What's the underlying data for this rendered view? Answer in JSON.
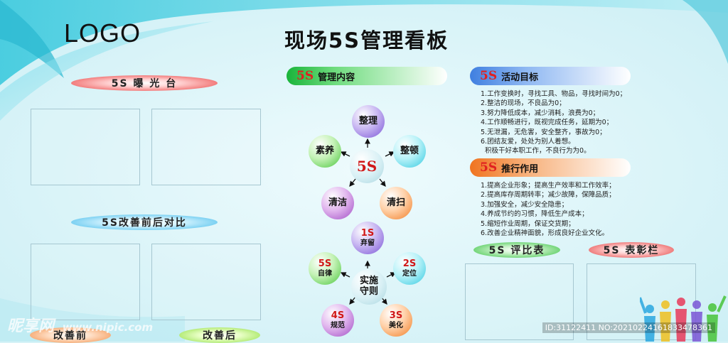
{
  "logo": "LOGO",
  "title": "现场5S管理看板",
  "exposure": {
    "label": "5S 曝 光 台"
  },
  "compare": {
    "label": "5S改善前后对比",
    "before": "改善前",
    "after": "改善后"
  },
  "content_banner": {
    "s5": "5S",
    "text": "管理内容"
  },
  "goal_banner": {
    "s5": "5S",
    "text": "活动目标"
  },
  "goal_items": [
    "1.工作变换时，寻找工具、物品，寻找时间为0；",
    "2.整洁的现场，不良品为0；",
    "3.努力降低成本，减少消耗，浪费为0；",
    "4.工作顺畅进行，既视完成任务，延期为0；",
    "5.无泄漏，无危害，安全整齐，事故为0；",
    "6.团结友爱，处处为别人着想。",
    "  积极干好本职工作，不良行为为0。"
  ],
  "promote_banner": {
    "s5": "5S",
    "text": "推行作用"
  },
  "promote_items": [
    "1.提高企业形象；提高生产效率和工作效率；",
    "2.提高库存周期转率；减少故障，保障品质；",
    "3.加强安全，减少安全隐患；",
    "4.养成节约的习惯，降低生产成本；",
    "5.缩短作业周期，保证交货期；",
    "6.改善企业精神面貌，形成良好企业文化。"
  ],
  "review": {
    "label": "5S 评比表"
  },
  "praise": {
    "label": "5S 表彰栏"
  },
  "cycle1": {
    "center": "5S",
    "top": "整理",
    "right": "整顿",
    "br": "清扫",
    "bl": "清洁",
    "left": "素养"
  },
  "cycle2": {
    "center": "实施\n守则",
    "top": {
      "n": "1S",
      "t": "弃留"
    },
    "right": {
      "n": "2S",
      "t": "定位"
    },
    "br": {
      "n": "3S",
      "t": "美化"
    },
    "bl": {
      "n": "4S",
      "t": "规范"
    },
    "left": {
      "n": "5S",
      "t": "自律"
    }
  },
  "watermark": "ID:31122411 NO:20210224161833478361",
  "site_watermark": {
    "brand": "昵享网",
    "url": "www.nipic.com"
  },
  "colors": {
    "background": "#d7f3f7",
    "accent_red": "#e02020"
  }
}
